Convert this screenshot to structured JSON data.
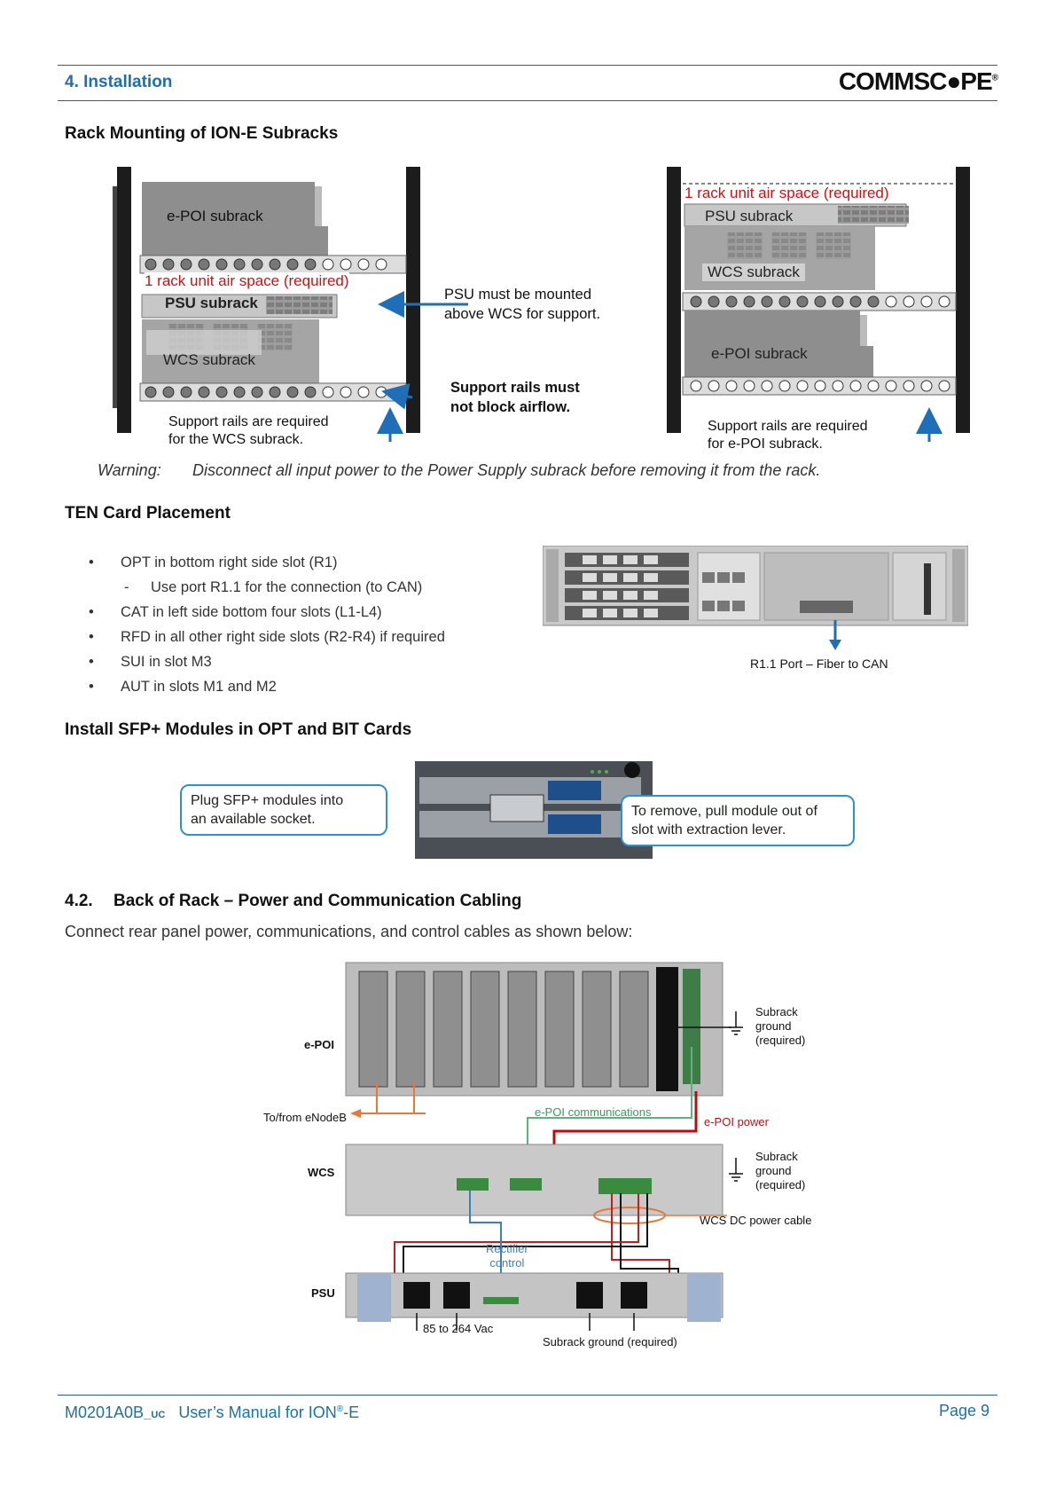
{
  "header": {
    "section": "4. Installation",
    "logo": "COMMSC●PE",
    "logo_mark": "®"
  },
  "rack": {
    "heading": "Rack Mounting of ION-E Subracks",
    "left": {
      "epoi": "e-POI subrack",
      "air_space": "1 rack unit air space (required)",
      "psu": "PSU subrack",
      "wcs": "WCS subrack",
      "support_note_1": "Support rails are required",
      "support_note_2": "for the WCS subrack.",
      "psu_note_1": "PSU must be mounted",
      "psu_note_2": "above WCS for support.",
      "rails_note_1": "Support rails must",
      "rails_note_2": "not block airflow."
    },
    "right": {
      "air_space": "1 rack unit air space (required)",
      "psu": "PSU subrack",
      "wcs": "WCS subrack",
      "epoi": "e-POI subrack",
      "support_note_1": "Support  rails  are  required",
      "support_note_2": "for e-POI subrack."
    },
    "warning_label": "Warning:",
    "warning_text": "Disconnect all input power to the Power Supply subrack before removing it from the rack."
  },
  "ten": {
    "heading": "TEN Card Placement",
    "items": [
      {
        "marker": "•",
        "text": "OPT in bottom right side slot (R1)",
        "sub": false
      },
      {
        "marker": "-",
        "text": "Use port R1.1 for the connection (to CAN)",
        "sub": true
      },
      {
        "marker": "•",
        "text": "CAT in left side bottom four slots (L1-L4)",
        "sub": false
      },
      {
        "marker": "•",
        "text": "RFD in all other right side slots (R2-R4) if required",
        "sub": false
      },
      {
        "marker": "•",
        "text": "SUI in slot M3",
        "sub": false
      },
      {
        "marker": "•",
        "text": "AUT in slots M1 and M2",
        "sub": false
      }
    ],
    "port_caption": "R1.1 Port – Fiber to CAN"
  },
  "sfp": {
    "heading": "Install SFP+ Modules in OPT and BIT Cards",
    "plug_1": "Plug SFP+ modules into",
    "plug_2": "an available socket.",
    "remove_1": "To remove, pull module out of",
    "remove_2": "slot with extraction lever."
  },
  "back": {
    "number": "4.2.",
    "heading": "Back of Rack – Power and Communication Cabling",
    "intro": "Connect rear panel power, communications, and control cables as shown below:",
    "labels": {
      "epoi": "e-POI",
      "wcs": "WCS",
      "psu": "PSU",
      "enodeb": "To/from eNodeB",
      "epoi_comm": "e-POI communications",
      "epoi_power": "e-POI power",
      "ground_a_1": "Subrack",
      "ground_a_2": "ground",
      "ground_a_3": "(required)",
      "ground_b_1": "Subrack",
      "ground_b_2": "ground",
      "ground_b_3": "(required)",
      "dc_cable": "WCS DC power cable",
      "rect_1": "Rectifier",
      "rect_2": "control",
      "vac": "85 to 264 Vac",
      "subrack_ground": "Subrack ground (required)"
    }
  },
  "footer": {
    "doc_id": "M0201A0B",
    "uc": "_uc",
    "manual": "User’s Manual for ION",
    "reg": "®",
    "manual_suffix": "-E",
    "page": "Page 9"
  }
}
